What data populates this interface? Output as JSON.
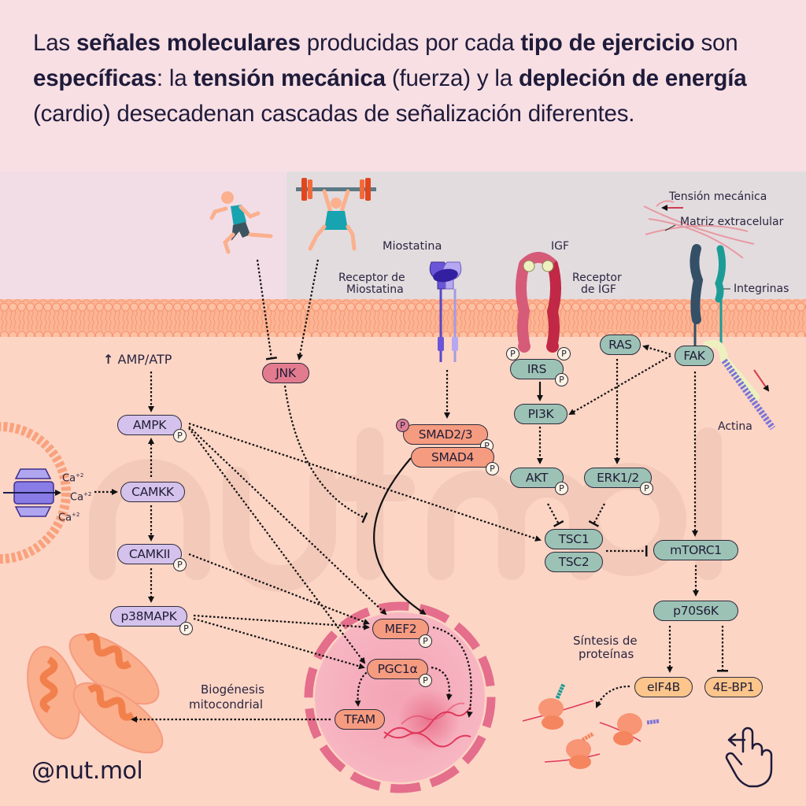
{
  "header": {
    "title_segments": [
      {
        "text": "Las ",
        "bold": false
      },
      {
        "text": "señales moleculares",
        "bold": true
      },
      {
        "text": " producidas por cada ",
        "bold": false
      },
      {
        "text": "tipo de ejercicio",
        "bold": true
      },
      {
        "text": " son ",
        "bold": false
      },
      {
        "text": "específicas",
        "bold": true
      },
      {
        "text": ": la ",
        "bold": false
      },
      {
        "text": "tensión mecánica",
        "bold": true
      },
      {
        "text": " (fuerza) y la ",
        "bold": false
      },
      {
        "text": "depleción de energía",
        "bold": true
      },
      {
        "text": " (cardio) desecadenan cascadas de señalización diferentes.",
        "bold": false
      }
    ]
  },
  "labels": {
    "miostatina": "Miostatina",
    "receptor_miostatina_1": "Receptor de",
    "receptor_miostatina_2": "Miostatina",
    "igf": "IGF",
    "receptor_igf_1": "Receptor",
    "receptor_igf_2": "de IGF",
    "tension": "Tensión mecánica",
    "matriz": "Matriz extracelular",
    "integrinas": "Integrinas",
    "actina": "Actina",
    "amp_atp": "AMP/ATP",
    "ca_top": "Ca",
    "ca_mid": "Ca",
    "ca_bot": "Ca",
    "ca_charge": "+2",
    "sintesis_1": "Síntesis de",
    "sintesis_2": "proteínas",
    "biogenesis_1": "Biogénesis",
    "biogenesis_2": "mitocondrial",
    "phospho": "P"
  },
  "nodes": {
    "jnk": "JNK",
    "ampk": "AMPK",
    "camkk": "CAMKK",
    "camkii": "CAMKII",
    "p38mapk": "p38MAPK",
    "smad23": "SMAD2/3",
    "smad4": "SMAD4",
    "irs": "IRS",
    "pi3k": "PI3K",
    "akt": "AKT",
    "ras": "RAS",
    "erk12": "ERK1/2",
    "fak": "FAK",
    "tsc1": "TSC1",
    "tsc2": "TSC2",
    "mtorc1": "mTORC1",
    "p70s6k": "p70S6K",
    "eif4b": "eIF4B",
    "4ebp1": "4E-BP1",
    "mef2": "MEF2",
    "pgc1a": "PGC1α",
    "tfam": "TFAM"
  },
  "watermark": "nutmol",
  "footer": {
    "handle": "@nut.mol"
  },
  "colors": {
    "header_bg": "#f7dfe4",
    "cytoplasm": "#fcd5c5",
    "extracellular_cardio": "#f2dde6",
    "extracellular_strength": "#e2dcdf",
    "membrane": "#f9a27d",
    "purple_node": "#d4c2ec",
    "green_node": "#9cc2b6",
    "salmon_node": "#f59b80",
    "pink_node": "#e37b8f",
    "yellow_node": "#fbc58b",
    "nucleus": "#f4a7b7",
    "accent_red": "#d03c55"
  }
}
